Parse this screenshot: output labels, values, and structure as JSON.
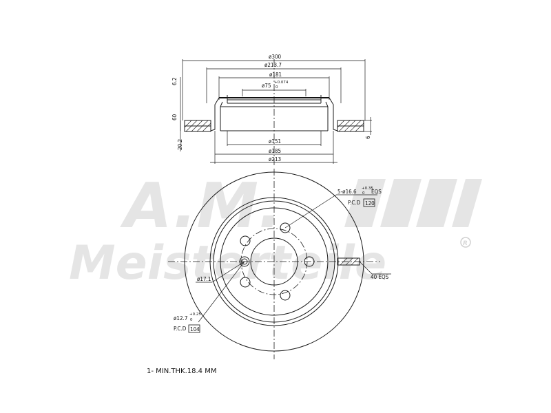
{
  "watermark": {
    "brand_top": "A.M.",
    "brand_bottom": "Meisterteile",
    "registered_mark": "R"
  },
  "side_view": {
    "dim_overall_diameter": "ø300",
    "dim_friction_diameter": "ø213.7",
    "dim_hat_outer": "ø181",
    "dim_center_bore": "ø75",
    "dim_center_bore_tol_upper": "+0.074",
    "dim_center_bore_tol_lower": "0",
    "dim_hat_depth": "6.2",
    "dim_height": "60",
    "dim_thickness": "20.2",
    "dim_right_small": "6",
    "dim_inner_151": "ø151",
    "dim_inner_185": "ø185",
    "dim_inner_213": "ø213"
  },
  "front_view": {
    "bolt_holes_label": "5-ø16.6",
    "bolt_holes_tol_upper": "+0.35",
    "bolt_holes_tol_lower": "0",
    "bolt_holes_suffix": "EQS",
    "bolt_pcd_label": "P.C.D",
    "bolt_pcd_value": "120",
    "small_hole_label": "ø17.1",
    "pin_label": "ø12.7",
    "pin_tol_upper": "+0.25",
    "pin_tol_lower": "0",
    "pin_pcd_label": "P.C.D",
    "pin_pcd_value": "104",
    "vent_label": "40 EQS"
  },
  "footer": {
    "min_thickness_note": "1- MIN.THK.18.4 MM"
  }
}
